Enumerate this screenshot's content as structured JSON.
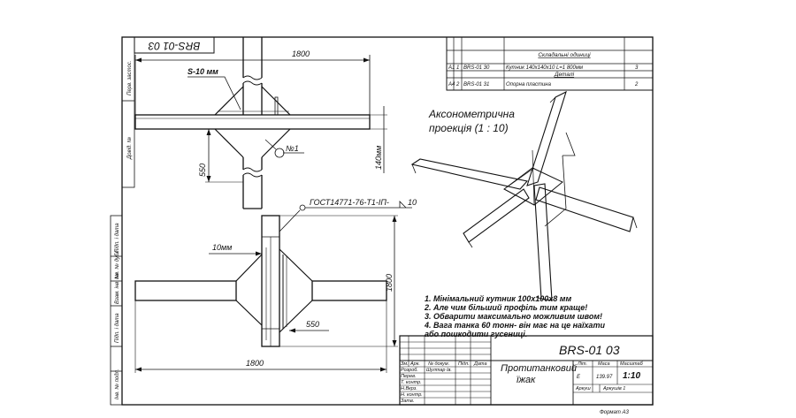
{
  "drawing": {
    "code": "BRS-01 03",
    "code_rotated": "BRS-01 03",
    "format": "Формат А3",
    "sidebar_labels": [
      "Перв. застос.",
      "Довід. №",
      "Підп. і дата",
      "Інв. № дубл.",
      "Взам. інв. №",
      "Підп. і дата",
      "Інв. № подл."
    ]
  },
  "top_view": {
    "dim_width": "1800",
    "dim_height": "140мм",
    "dim_arm": "550",
    "weld_note": "S-10 мм",
    "balloon": "№1"
  },
  "front_view": {
    "weld_standard": "ГОСТ14771-76-Т1-ІП-",
    "weld_leg": "10",
    "dim_plate": "10мм",
    "dim_height": "1800",
    "dim_arm": "550",
    "dim_width": "1800"
  },
  "axonometric": {
    "title_line1": "Аксонометрична",
    "title_line2": "проекція (1 : 10)"
  },
  "spec_table": {
    "section_units": "Складальні одиниці",
    "section_parts": "Деталі",
    "rows": [
      {
        "format": "А1",
        "pos": "1",
        "designation": "BRS-01 30",
        "name": "Кутник 140х140х10 L=1 800мм",
        "qty": "3"
      },
      {
        "format": "А4",
        "pos": "2",
        "designation": "BRS-01 31",
        "name": "Опорна пластина",
        "qty": "2"
      }
    ]
  },
  "notes": [
    "1.   Мінімальний кутник 100х100х8 мм",
    "2.   Але чим більший профіль тим краще!",
    "3.   Обварити максимально можливим швом!",
    "4.   Вага танка 60 тонн- він має на це наїхати",
    "       або пошкодити гусениці."
  ],
  "title_block": {
    "code": "BRS-01 03",
    "name_line1": "Протитанковий",
    "name_line2": "їжак",
    "rev_headers": [
      "Зм.",
      "Арк.",
      "№ докум.",
      "Підп.",
      "Дата"
    ],
    "roles": [
      "Розроб.",
      "Перев.",
      "Т. контр.",
      "Н.Вкрз.",
      "Н. контр.",
      "Затв."
    ],
    "developer": "Шултар Ів.",
    "col_lit": "Літ.",
    "col_mass": "Маса",
    "col_scale": "Масштаб",
    "lit_value": "Е",
    "mass_value": "139.97",
    "scale_value": "1:10",
    "sheet_label": "Аркуш",
    "sheets_label": "Аркушів 1"
  }
}
